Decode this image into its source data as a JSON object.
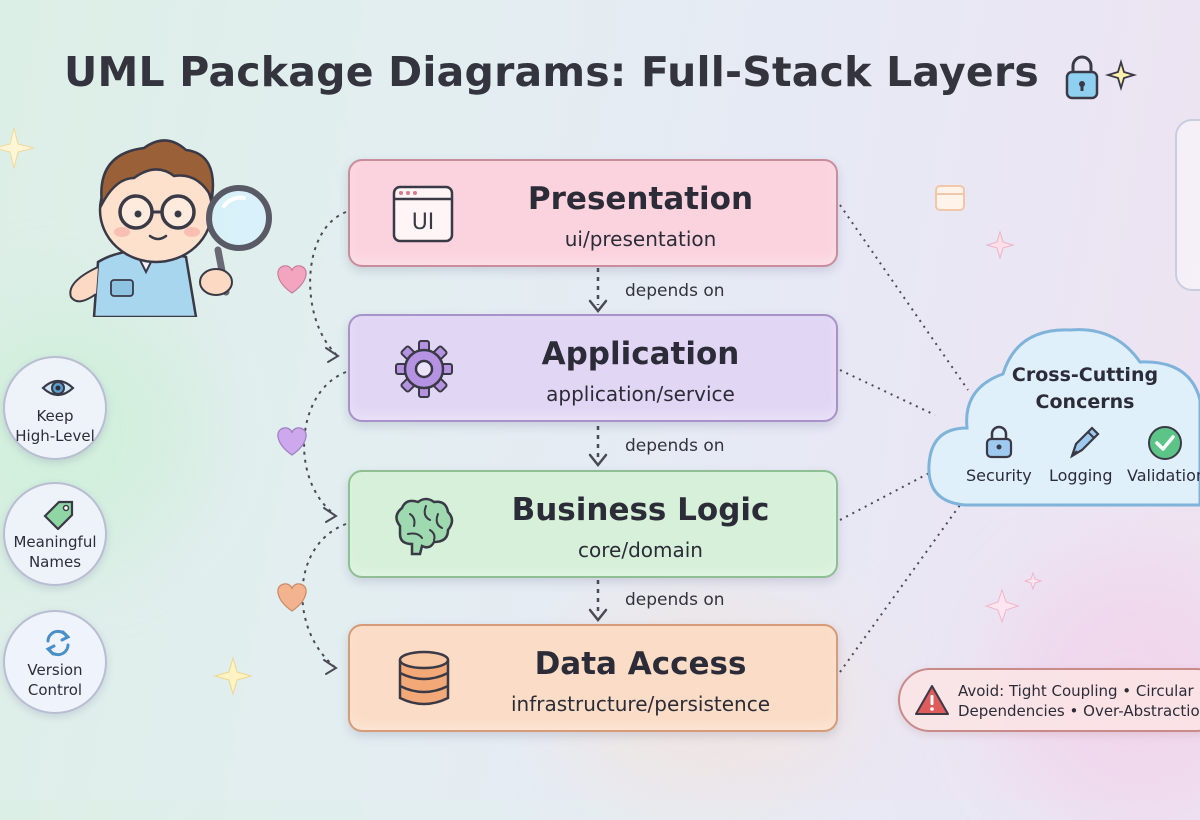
{
  "title": "UML Package Diagrams: Full-Stack Layers",
  "packages": [
    {
      "name": "Presentation",
      "path": "ui/presentation",
      "icon": "ui-window-icon",
      "icon_text": "UI",
      "fill": "#fbd3de",
      "border": "#c98d9c"
    },
    {
      "name": "Application",
      "path": "application/service",
      "icon": "gear-icon",
      "fill": "#e2d6f5",
      "border": "#a793c8"
    },
    {
      "name": "Business Logic",
      "path": "core/domain",
      "icon": "brain-icon",
      "fill": "#d6f0d9",
      "border": "#8fbf93"
    },
    {
      "name": "Data Access",
      "path": "infrastructure/persistence",
      "icon": "database-icon",
      "fill": "#fbdcc6",
      "border": "#d69c78"
    }
  ],
  "dependencies": [
    "depends on",
    "depends on",
    "depends on"
  ],
  "practices": [
    {
      "icon": "eye-icon",
      "line1": "Keep",
      "line2": "High-Level"
    },
    {
      "icon": "tag-icon",
      "line1": "Meaningful",
      "line2": "Names"
    },
    {
      "icon": "refresh-icon",
      "line1": "Version",
      "line2": "Control"
    }
  ],
  "cross_cutting": {
    "title_line1": "Cross-Cutting",
    "title_line2": "Concerns",
    "items": [
      {
        "label": "Security",
        "icon": "lock-icon"
      },
      {
        "label": "Logging",
        "icon": "pen-icon"
      },
      {
        "label": "Validation",
        "icon": "check-icon"
      }
    ]
  },
  "warning": {
    "line1": "Avoid: Tight Coupling • Circular",
    "line2": "Dependencies • Over-Abstraction"
  },
  "colors": {
    "heart_pink": "#f3a5c0",
    "heart_purple": "#cda8ec",
    "heart_orange": "#f4b38f",
    "warning_red": "#e05b5b"
  }
}
